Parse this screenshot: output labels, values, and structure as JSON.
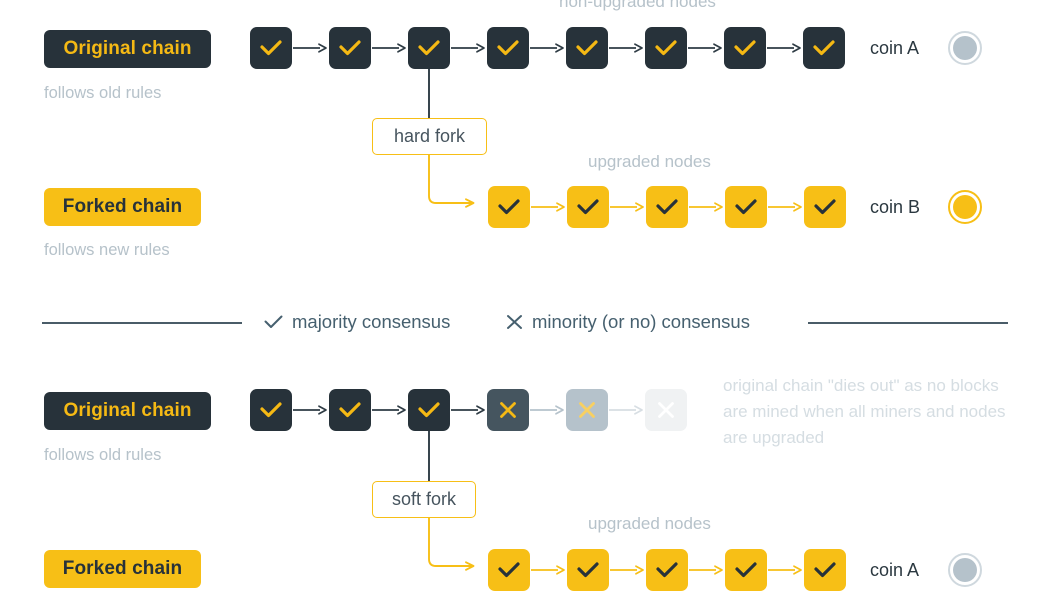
{
  "colors": {
    "dark": "#27323a",
    "yellow": "#f7bf16",
    "gray_text": "#b6c2ca",
    "note_text": "#d5dde2",
    "legend_text": "#46606f",
    "x_block_1": "#45555f",
    "x_block_2": "#b5c2cb",
    "x_block_3": "#f0f2f3",
    "coin_gray": "#b5c2cb",
    "white": "#ffffff"
  },
  "hard_fork_section": {
    "original": {
      "badge": "Original chain",
      "sublabel": "follows old rules",
      "nodes_caption": "non-upgraded nodes",
      "block_count": 8,
      "block_style": "dark-check",
      "coin_label": "coin A",
      "coin_style": "gray"
    },
    "forked": {
      "badge": "Forked chain",
      "sublabel": "follows new rules",
      "nodes_caption": "upgraded nodes",
      "block_count": 5,
      "block_style": "yellow-check",
      "coin_label": "coin B",
      "coin_style": "gold"
    },
    "fork_label": "hard fork"
  },
  "legend": {
    "items": [
      {
        "glyph": "check-icon",
        "label": "majority consensus"
      },
      {
        "glyph": "x-icon",
        "label": "minority (or no) consensus"
      }
    ]
  },
  "soft_fork_section": {
    "original": {
      "badge": "Original chain",
      "sublabel": "follows old rules",
      "block_count": 3,
      "block_style": "dark-check",
      "dying_blocks": 3,
      "note": "original chain \"dies out\" as no blocks are mined when all miners and nodes are upgraded"
    },
    "forked": {
      "badge": "Forked chain",
      "nodes_caption": "upgraded nodes",
      "block_count": 5,
      "block_style": "yellow-check",
      "coin_label": "coin A",
      "coin_style": "gray"
    },
    "fork_label": "soft fork"
  }
}
